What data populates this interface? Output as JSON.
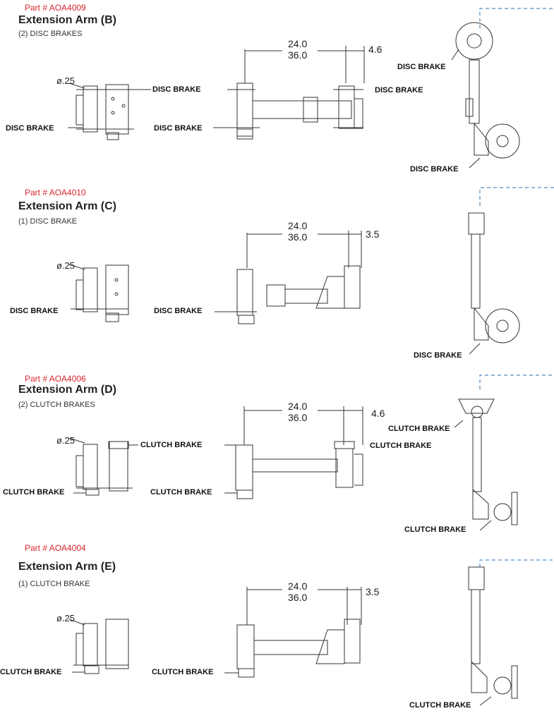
{
  "sections": [
    {
      "part": "Part # AOA4009",
      "title": "Extension Arm (B)",
      "subtitle": "(2) DISC BRAKES",
      "dims": {
        "min": "24.0",
        "max": "36.0",
        "offset": "4.6"
      },
      "diameter": "ø.25",
      "side_labels": [
        "DISC BRAKE",
        "DISC BRAKE"
      ],
      "front_labels": [
        "DISC BRAKE",
        "DISC BRAKE"
      ],
      "end_labels": [
        "DISC BRAKE",
        "DISC BRAKE"
      ],
      "brake_type": "disc",
      "brakes": 2
    },
    {
      "part": "Part # AOA4010",
      "title": "Extension Arm (C)",
      "subtitle": "(1) DISC BRAKE",
      "dims": {
        "min": "24.0",
        "max": "36.0",
        "offset": "3.5"
      },
      "diameter": "ø.25",
      "side_labels": [
        "DISC BRAKE"
      ],
      "front_labels": [
        "DISC BRAKE"
      ],
      "end_labels": [
        "DISC BRAKE"
      ],
      "brake_type": "disc",
      "brakes": 1
    },
    {
      "part": "Part # AOA4006",
      "title": "Extension Arm (D)",
      "subtitle": "(2) CLUTCH BRAKES",
      "dims": {
        "min": "24.0",
        "max": "36.0",
        "offset": "4.6"
      },
      "diameter": "ø.25",
      "side_labels": [
        "CLUTCH BRAKE",
        "CLUTCH BRAKE"
      ],
      "front_labels": [
        "CLUTCH BRAKE",
        "CLUTCH BRAKE"
      ],
      "end_labels": [
        "CLUTCH BRAKE",
        "CLUTCH BRAKE"
      ],
      "brake_type": "clutch",
      "brakes": 2
    },
    {
      "part": "Part # AOA4004",
      "title": "Extension Arm (E)",
      "subtitle": "(1) CLUTCH BRAKE",
      "dims": {
        "min": "24.0",
        "max": "36.0",
        "offset": "3.5"
      },
      "diameter": "ø.25",
      "side_labels": [
        "CLUTCH BRAKE"
      ],
      "front_labels": [
        "CLUTCH BRAKE"
      ],
      "end_labels": [
        "CLUTCH BRAKE"
      ],
      "brake_type": "clutch",
      "brakes": 1
    }
  ],
  "colors": {
    "part_number": "#d8262e",
    "line": "#333333",
    "dash": "#2a6fb0"
  }
}
